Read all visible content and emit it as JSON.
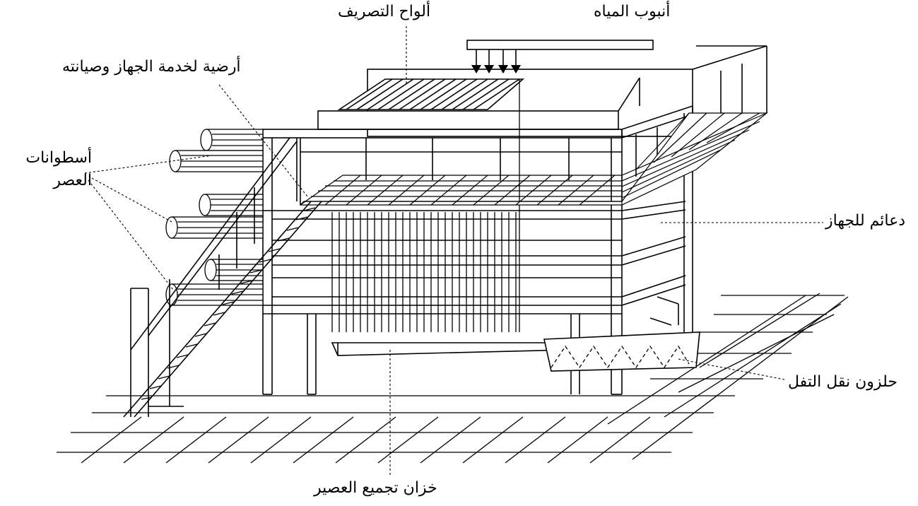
{
  "labels": {
    "water_pipe": "أنبوب المياه",
    "drainage_plates": "ألواح التصريف",
    "service_floor": "أرضية لخدمة الجهاز وصيانته",
    "press_cylinders": "أسطوانات العصر",
    "supports": "دعائم للجهاز",
    "pulp_screw": "حلزون نقل التفل",
    "juice_tank": "خزان تجميع العصير"
  },
  "colors": {
    "line": "#000000",
    "background": "#ffffff"
  }
}
